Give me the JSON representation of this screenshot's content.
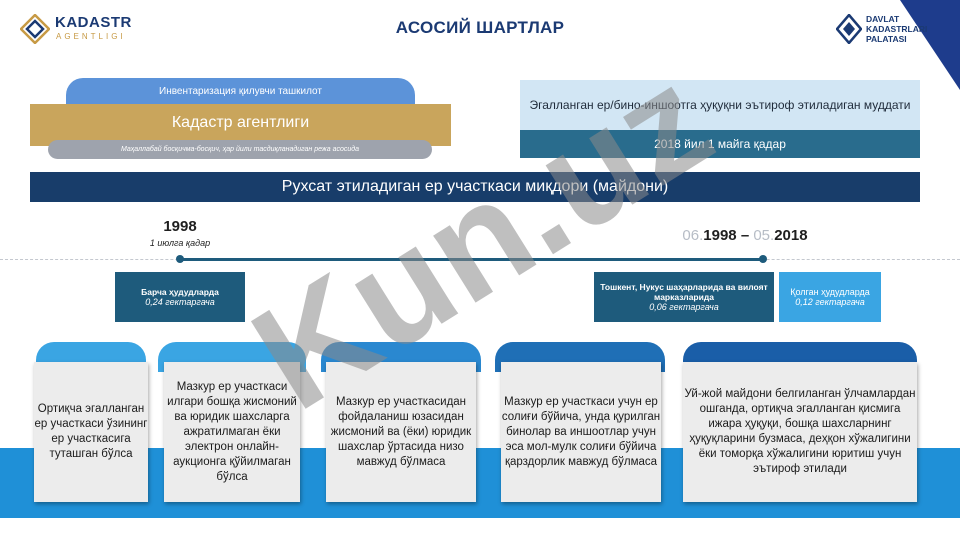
{
  "header": {
    "title": "АСОСИЙ ШАРТЛАР",
    "left_logo": {
      "name": "KADASTR",
      "sub": "AGENTLIGI",
      "icon": "kadastr-logo-icon"
    },
    "right_logo": {
      "line1": "DAVLAT",
      "line2": "KADASTRLARI",
      "line3": "PALATASI",
      "icon": "palata-logo-icon"
    }
  },
  "left_block": {
    "top_label": "Инвентаризация қилувчи ташкилот",
    "main_label": "Кадастр агентлиги",
    "sub_label": "Маҳаллабай босқичма-босқич, ҳар йили тасдиқланадиган режа асосида"
  },
  "right_block": {
    "question": "Эгалланган ер/бино-иншоотга ҳуқуқни эътироф этиладиган муддати",
    "answer": "2018 йил 1 майга қадар"
  },
  "band": {
    "label": "Рухсат этиладиган ер участкаси миқдори (майдони)"
  },
  "timeline": {
    "start_year": "1998",
    "start_note": "1 июлга қадар",
    "range_prefix1": "06.",
    "range_year1": "1998",
    "range_dash": " – ",
    "range_prefix2": "05.",
    "range_year2": "2018"
  },
  "stats": [
    {
      "title": "Барча ҳудудларда",
      "value": "0,24 гектаргача",
      "color": "#1e5b7c"
    },
    {
      "title": "Тошкент, Нукус шаҳарларида ва вилоят марказларида",
      "value": "0,06 гектаргача",
      "color": "#1e5b7c"
    },
    {
      "title": "Қолган ҳудудларда",
      "value": "0,12 гектаргача",
      "color": "#3aa5e3"
    }
  ],
  "cards": [
    {
      "text": "Ортиқча эгалланган ер участкаси ўзининг ер участкасига туташган бўлса",
      "tab_color": "#3aa5e3"
    },
    {
      "text": "Мазкур ер участкаси илгари бошқа жисмоний ва юридик шахсларга ажратилмаган ёки электрон онлайн-аукционга қўйилмаган бўлса",
      "tab_color": "#3aa5e3"
    },
    {
      "text": "Мазкур ер участкасидан фойдаланиш юзасидан жисмоний ва (ёки) юридик шахслар ўртасида низо мавжуд бўлмаса",
      "tab_color": "#2a88d0"
    },
    {
      "text": "Мазкур ер участкаси учун ер солиғи бўйича, унда қурилган бинолар ва иншоотлар учун эса мол-мулк солиғи бўйича қарздорлик мавжуд бўлмаса",
      "tab_color": "#1f6fb6"
    },
    {
      "text": "Уй-жой майдони белгиланган ўлчамлардан ошганда, ортиқча эгалланган қисмига ижара ҳуқуқи, бошқа шахсларнинг ҳуқуқларини бузмаса, деҳқон хўжалигини ёки томорқа хўжалигини юритиш учун эътироф этилади",
      "tab_color": "#1a5ea8"
    }
  ],
  "watermark": {
    "text": "Kun.uz",
    "color": "#8a8a8a"
  }
}
